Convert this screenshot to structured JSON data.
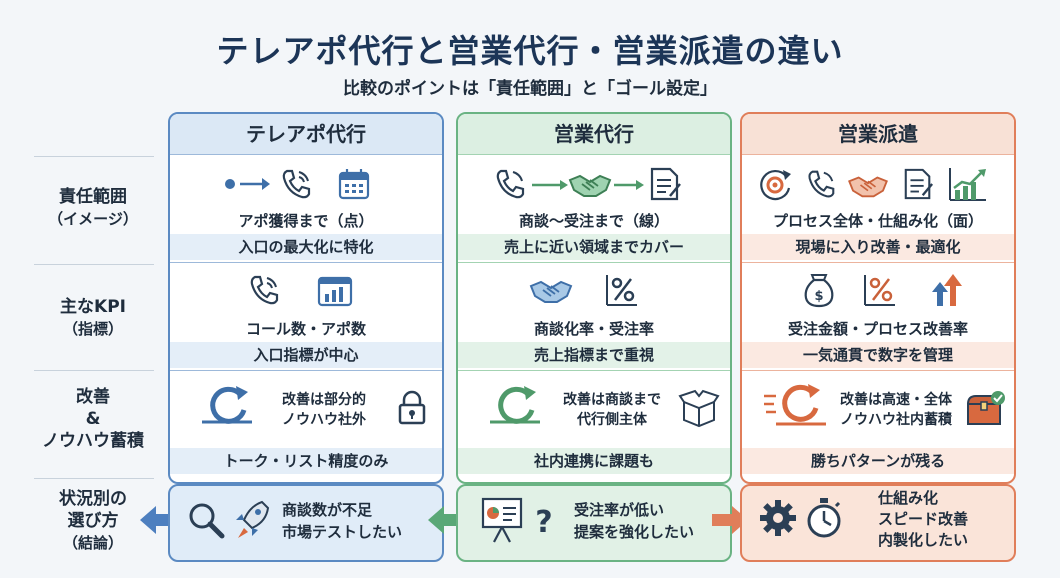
{
  "title": "テレアポ代行と営業代行・営業派遣の違い",
  "subtitle": "比較のポイントは「責任範囲」と「ゴール設定」",
  "row_labels": {
    "scope": {
      "line1": "責任範囲",
      "line2": "（イメージ）"
    },
    "kpi": {
      "line1": "主なKPI",
      "line2": "（指標）"
    },
    "improve": {
      "line1": "改善",
      "line2": "&",
      "line3": "ノウハウ蓄積"
    },
    "situation": {
      "line1": "状況別の",
      "line2": "選び方",
      "line3": "（結論）"
    }
  },
  "columns": [
    {
      "name": "テレアポ代行",
      "scope_text": "アポ獲得まで（点）",
      "scope_band": "入口の最大化に特化",
      "kpi_text": "コール数・アポ数",
      "kpi_band": "入口指標が中心",
      "improve_line1": "改善は部分的",
      "improve_line2": "ノウハウ社外",
      "improve_band": "トーク・リスト精度のみ",
      "situation_line1": "商談数が不足",
      "situation_line2": "市場テストしたい",
      "accent": "#5b8ac2",
      "icons": {
        "scope": [
          "dot-arrow-icon",
          "phone-icon",
          "calendar-icon"
        ],
        "kpi": [
          "phone-icon",
          "bar-chart-calendar-icon"
        ],
        "improve": [
          "cycle-icon",
          "lock-icon"
        ],
        "situation": [
          "search-icon",
          "rocket-icon"
        ]
      }
    },
    {
      "name": "営業代行",
      "scope_text": "商談〜受注まで（線）",
      "scope_band": "売上に近い領域までカバー",
      "kpi_text": "商談化率・受注率",
      "kpi_band": "売上指標まで重視",
      "improve_line1": "改善は商談まで",
      "improve_line2": "代行側主体",
      "improve_band": "社内連携に課題も",
      "situation_line1": "受注率が低い",
      "situation_line2": "提案を強化したい",
      "accent": "#6ab383",
      "icons": {
        "scope": [
          "phone-icon",
          "handshake-icon",
          "document-icon"
        ],
        "kpi": [
          "handshake-icon",
          "percent-icon"
        ],
        "improve": [
          "cycle-icon",
          "box-icon"
        ],
        "situation": [
          "presentation-icon",
          "question-icon"
        ]
      }
    },
    {
      "name": "営業派遣",
      "scope_text": "プロセス全体・仕組み化（面）",
      "scope_band": "現場に入り改善・最適化",
      "kpi_text": "受注金額・プロセス改善率",
      "kpi_band": "一気通貫で数字を管理",
      "improve_line1": "改善は高速・全体",
      "improve_line2": "ノウハウ社内蓄積",
      "improve_band": "勝ちパターンが残る",
      "situation_line1": "仕組み化",
      "situation_line2": "スピード改善",
      "situation_line3": "内製化したい",
      "accent": "#e07e5a",
      "icons": {
        "scope": [
          "gear-cycle-icon",
          "phone-icon",
          "handshake-icon",
          "document-icon",
          "growth-chart-icon"
        ],
        "kpi": [
          "money-bag-icon",
          "percent-icon",
          "up-arrows-icon"
        ],
        "improve": [
          "cycle-icon",
          "treasure-chest-icon"
        ],
        "situation": [
          "gear-icon",
          "stopwatch-icon"
        ]
      }
    }
  ]
}
